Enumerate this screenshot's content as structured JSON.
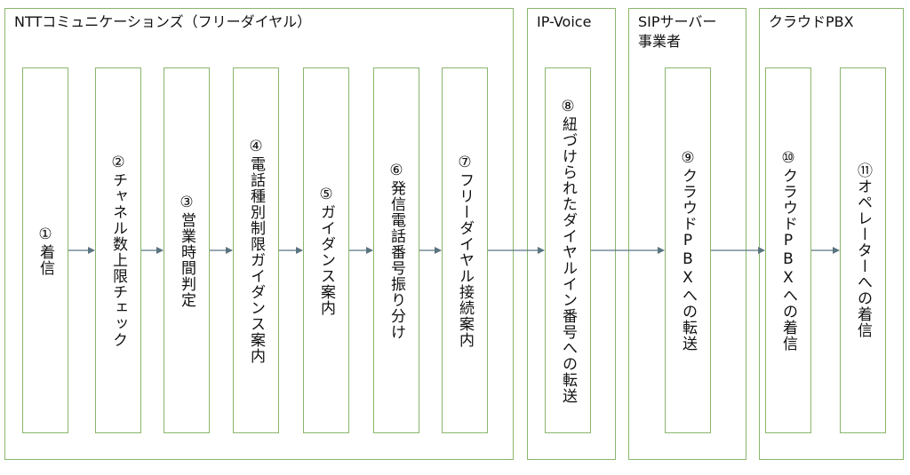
{
  "lanes": [
    {
      "title": "NTTコミュニケーションズ（フリーダイヤル）"
    },
    {
      "title": "IP-Voice"
    },
    {
      "title": "SIPサーバー\n事業者"
    },
    {
      "title": "クラウドPBX"
    }
  ],
  "steps": [
    {
      "label": "①着信"
    },
    {
      "label": "②チャネル数上限チェック"
    },
    {
      "label": "③営業時間判定"
    },
    {
      "label": "④電話種別制限ガイダンス案内"
    },
    {
      "label": "⑤ガイダンス案内"
    },
    {
      "label": "⑥発信電話番号振り分け"
    },
    {
      "label": "⑦フリーダイヤル接続案内"
    },
    {
      "label": "⑧紐づけられたダイヤルイン番号への転送"
    },
    {
      "label": "⑨クラウドPBXへの転送"
    },
    {
      "label": "⑩クラウドPBXへの着信"
    },
    {
      "label": "⑪オペレーターへの着信"
    }
  ],
  "colors": {
    "border": "#8ab56c",
    "arrow": "#5a7380"
  }
}
